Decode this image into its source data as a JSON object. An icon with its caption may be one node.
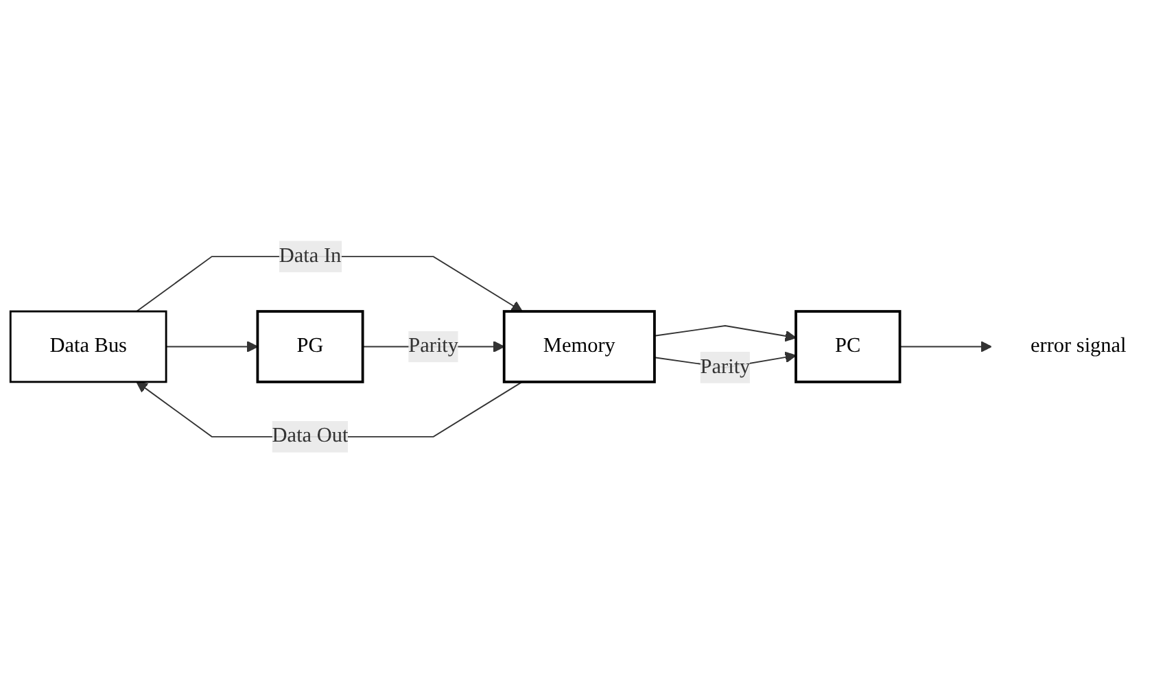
{
  "diagram": {
    "nodes": [
      {
        "text": [
          "Data Bus"
        ]
      },
      {
        "text": [
          "PG"
        ]
      },
      {
        "text": [
          "Memory"
        ]
      },
      {
        "text": [
          "PC"
        ]
      },
      {
        "text": [
          "error signal"
        ]
      }
    ],
    "edges": [
      {
        "from": 0,
        "to": 2,
        "label": "Data In",
        "arrow": "to"
      },
      {
        "from": 0,
        "to": 1,
        "arrow": "to"
      },
      {
        "from": 1,
        "to": 2,
        "label": "Parity",
        "arrow": "to"
      },
      {
        "from": 2,
        "to": 0,
        "label": "Data Out",
        "arrow": "to"
      },
      {
        "from": 2,
        "to": 3,
        "arrow": "to"
      },
      {
        "from": 2,
        "to": 3,
        "label": "Parity",
        "arrow": "to"
      },
      {
        "from": 3,
        "to": 4,
        "arrow": "to"
      }
    ]
  }
}
